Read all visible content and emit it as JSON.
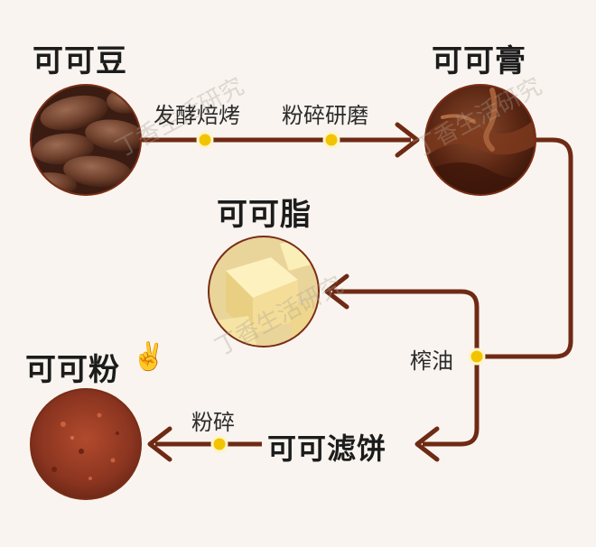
{
  "nodes": {
    "cocoa_beans": "可可豆",
    "cocoa_paste": "可可膏",
    "cocoa_butter": "可可脂",
    "cocoa_powder": "可可粉",
    "cocoa_cake": "可可滤饼"
  },
  "steps": {
    "ferment_roast": "发酵焙烤",
    "grind": "粉碎研磨",
    "press": "榨油",
    "crush": "粉碎"
  },
  "emoji": "✌️",
  "watermark": "丁香生活研究",
  "colors": {
    "arrow": "#6e2a14",
    "node_dot": "#f2c400",
    "circle_border": "#7a2d16",
    "background": "#f9f4ef"
  },
  "icons": [
    "cocoa-beans-icon",
    "chocolate-paste-icon",
    "butter-icon",
    "cocoa-powder-icon"
  ]
}
